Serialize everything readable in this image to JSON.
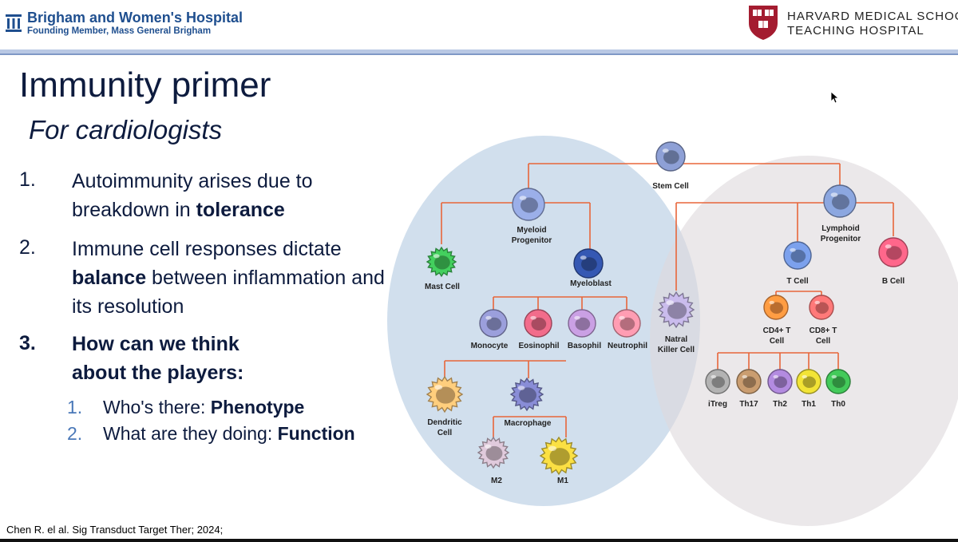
{
  "header": {
    "left_logo": {
      "name": "Brigham and Women's Hospital",
      "subtitle": "Founding Member, Mass General Brigham"
    },
    "right_logo": {
      "line1": "HARVARD MEDICAL SCHOOL",
      "line2": "TEACHING HOSPITAL"
    }
  },
  "slide": {
    "title": "Immunity primer",
    "subtitle": "For cardiologists",
    "points": [
      {
        "num": "1.",
        "text_a": "Autoimmunity arises due to breakdown in ",
        "bold": "tolerance",
        "text_b": ""
      },
      {
        "num": "2.",
        "text_a": "Immune cell responses dictate ",
        "bold": "balance",
        "text_b": " between inflammation and its resolution"
      },
      {
        "num": "3.",
        "bold_a": "How can we think",
        "bold_b": "about the players:"
      }
    ],
    "subpoints": [
      {
        "num": "1.",
        "text": "Who's there: ",
        "bold": "Phenotype"
      },
      {
        "num": "2.",
        "text": "What are they doing: ",
        "bold": "Function"
      }
    ],
    "citation": "Chen R. el al. Sig Transduct Target Ther; 2024;"
  },
  "diagram": {
    "colors": {
      "myeloid_circle": "#c9d9ea",
      "lymphoid_circle": "#ddd8dc",
      "connector": "#e8663a"
    },
    "cells": {
      "stem": {
        "label": "Stem Cell",
        "color": "#7f8fbf"
      },
      "myeloid_progenitor": {
        "label": "Myeloid Progenitor",
        "color": "#8a9cd0"
      },
      "lymphoid_progenitor": {
        "label": "Lymphoid Progenitor",
        "color": "#7d95c8"
      },
      "mast": {
        "label": "Mast Cell",
        "color": "#3cba54"
      },
      "myeloblast": {
        "label": "Myeloblast",
        "color": "#2f4fa0"
      },
      "monocyte": {
        "label": "Monocyte",
        "color": "#8a8ec4"
      },
      "eosinophil": {
        "label": "Eosinophil",
        "color": "#d8607c"
      },
      "basophil": {
        "label": "Basophil",
        "color": "#b48fcc"
      },
      "neutrophil": {
        "label": "Neutrophil",
        "color": "#e88ca0"
      },
      "nk": {
        "label": "Natral Killer Cell",
        "color": "#b4a8d4"
      },
      "tcell": {
        "label": "T Cell",
        "color": "#6f90d4"
      },
      "bcell": {
        "label": "B Cell",
        "color": "#e85c7c"
      },
      "cd4": {
        "label": "CD4+ T Cell",
        "color": "#f08c3c"
      },
      "cd8": {
        "label": "CD8+ T Cell",
        "color": "#f06c6c"
      },
      "dendritic": {
        "label": "Dendritic Cell",
        "color": "#e8b870"
      },
      "macrophage": {
        "label": "Macrophage",
        "color": "#7a7ec0"
      },
      "m2": {
        "label": "M2",
        "color": "#c8b4c4"
      },
      "m1": {
        "label": "M1",
        "color": "#e0c83c"
      },
      "itreg": {
        "label": "iTreg",
        "color": "#a0a0a0"
      },
      "th17": {
        "label": "Th17",
        "color": "#b48c64"
      },
      "th2": {
        "label": "Th2",
        "color": "#a07cc8"
      },
      "th1": {
        "label": "Th1",
        "color": "#d8cc30"
      },
      "th0": {
        "label": "Th0",
        "color": "#3cb450"
      }
    }
  }
}
